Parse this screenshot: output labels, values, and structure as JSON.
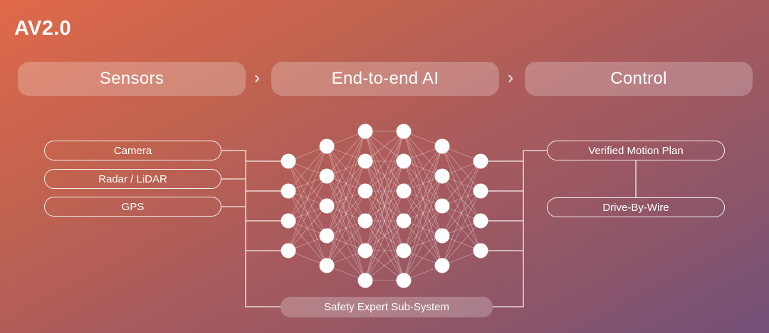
{
  "title": "AV2.0",
  "pipeline": {
    "stages": [
      "Sensors",
      "End-to-end AI",
      "Control"
    ],
    "separator": "›"
  },
  "inputs": [
    "Camera",
    "Radar / LiDAR",
    "GPS"
  ],
  "outputs": [
    "Verified Motion Plan",
    "Drive-By-Wire"
  ],
  "safety": "Safety Expert Sub-System",
  "network": {
    "layers": [
      4,
      5,
      6,
      6,
      5,
      4
    ]
  }
}
